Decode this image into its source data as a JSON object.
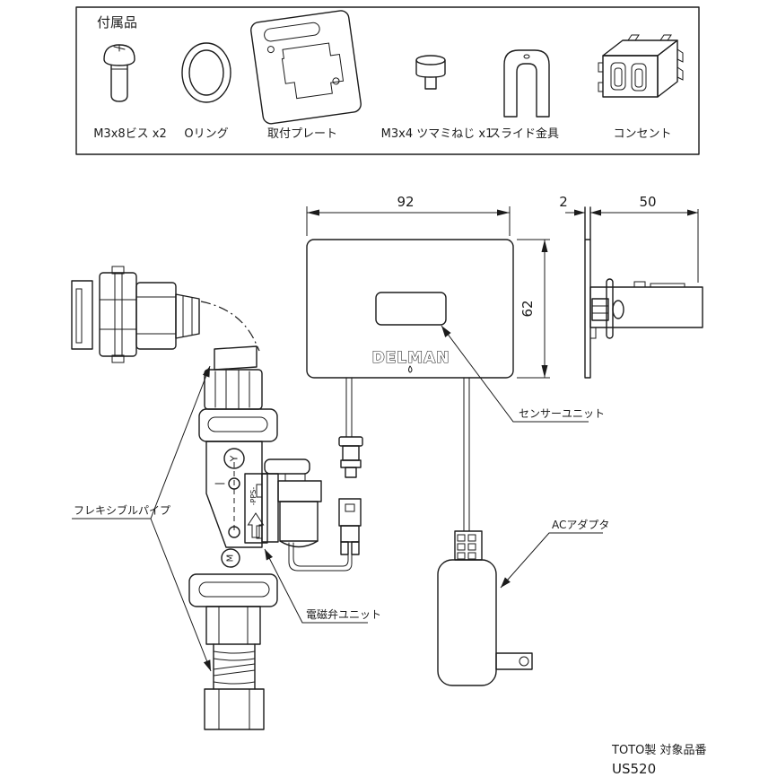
{
  "accessories": {
    "title": "付属品",
    "items": [
      {
        "name": "screw",
        "label": "M3x8ビス x2"
      },
      {
        "name": "o-ring",
        "label": "Oリング"
      },
      {
        "name": "mounting-plate",
        "label": "取付プレート"
      },
      {
        "name": "thumb-screw",
        "label": "M3x4 ツマミねじ x1"
      },
      {
        "name": "slide-bracket",
        "label": "スライド金具"
      },
      {
        "name": "outlet",
        "label": "コンセント"
      }
    ]
  },
  "sensor_unit": {
    "brand": "DELMAN",
    "label": "センサーユニット",
    "dimensions": {
      "front_width": "92",
      "front_height": "62",
      "plate_thickness": "2",
      "body_depth": "50"
    }
  },
  "valve": {
    "label": "電磁弁ユニット",
    "port_top": "Y",
    "port_bottom": "M",
    "material": "-PPS-"
  },
  "pipe": {
    "label": "フレキシブルパイプ"
  },
  "adapter": {
    "label": "ACアダプタ"
  },
  "footer": {
    "maker": "TOTO製  対象品番",
    "part_no": "US520"
  }
}
